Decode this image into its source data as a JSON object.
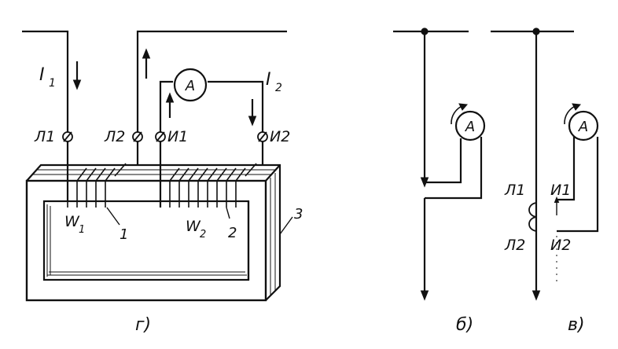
{
  "figure_a": {
    "current_1": "I",
    "current_1_sub": "1",
    "current_2": "I",
    "current_2_sub": "2",
    "terminal_l1": "Л1",
    "terminal_l2": "Л2",
    "terminal_i1": "И1",
    "terminal_i2": "И2",
    "ammeter": "A",
    "winding_1": "W",
    "winding_1_sub": "1",
    "winding_2": "W",
    "winding_2_sub": "2",
    "callout_1": "1",
    "callout_2": "2",
    "callout_3": "3",
    "caption": "г)"
  },
  "figure_b": {
    "ammeter": "A",
    "caption": "б)"
  },
  "figure_c": {
    "ammeter": "A",
    "terminal_l1": "Л1",
    "terminal_l2": "Л2",
    "terminal_i1": "И1",
    "terminal_i2": "И2",
    "caption": "в)"
  }
}
